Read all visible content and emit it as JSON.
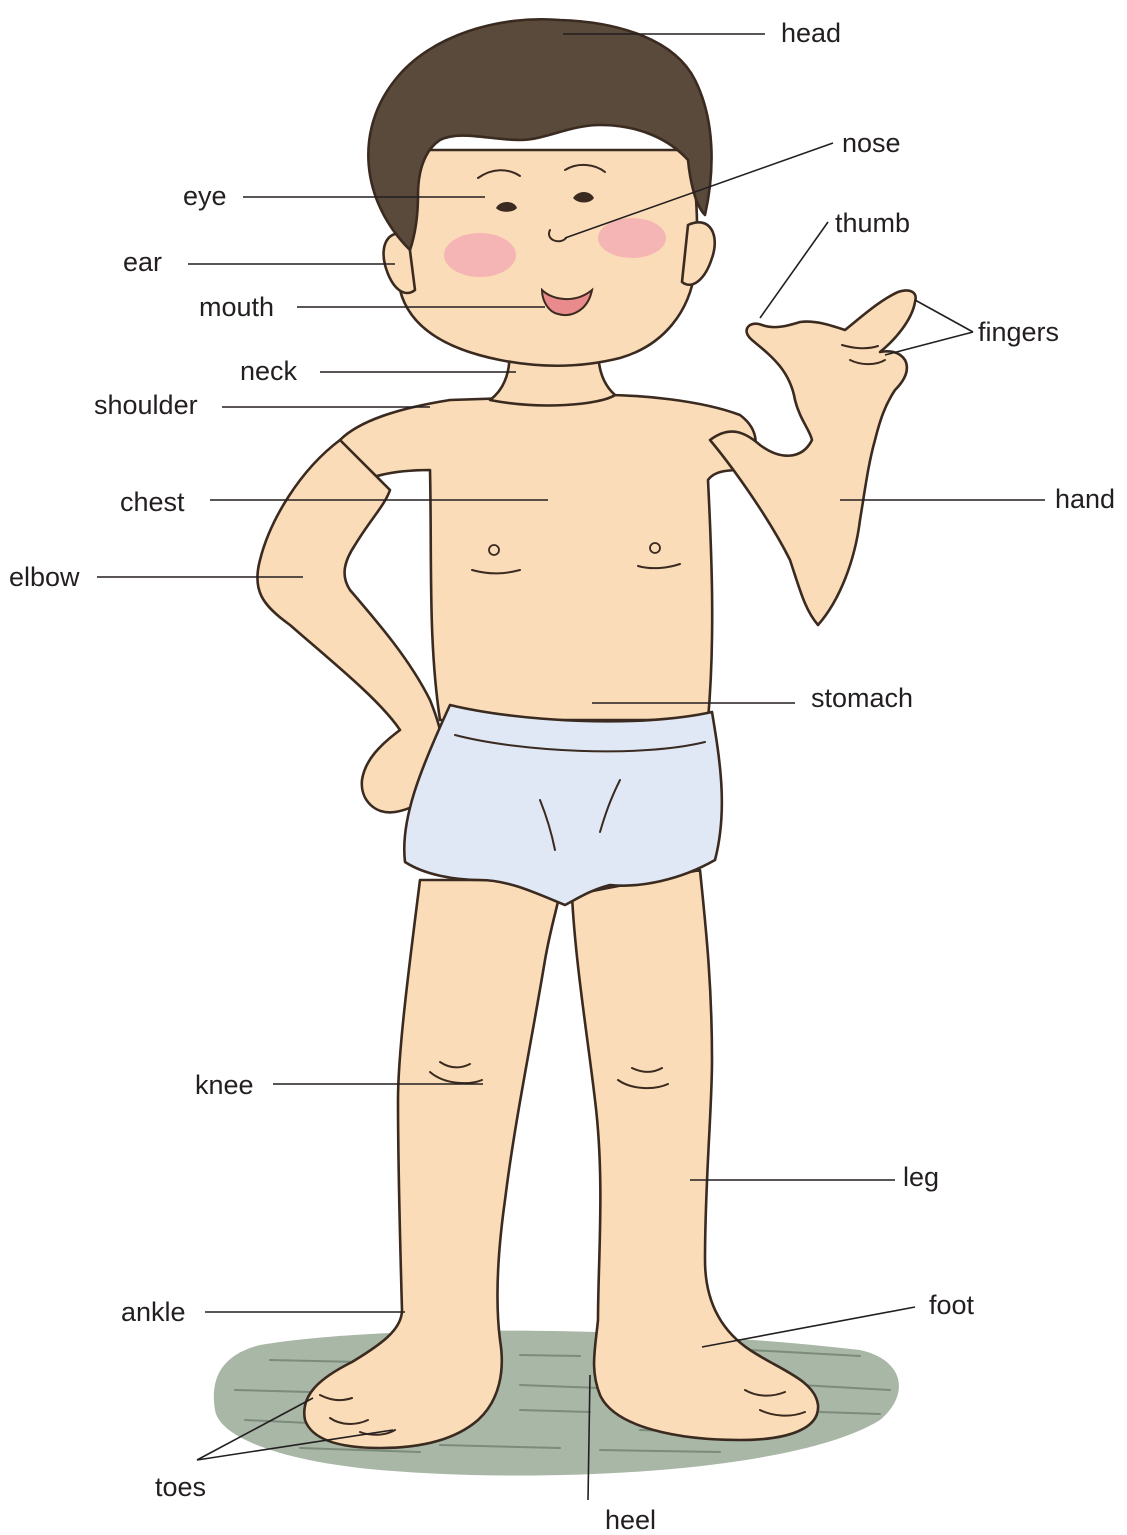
{
  "labels": {
    "head": "head",
    "nose": "nose",
    "eye": "eye",
    "thumb": "thumb",
    "ear": "ear",
    "mouth": "mouth",
    "fingers": "fingers",
    "neck": "neck",
    "shoulder": "shoulder",
    "chest": "chest",
    "hand": "hand",
    "elbow": "elbow",
    "stomach": "stomach",
    "knee": "knee",
    "leg": "leg",
    "ankle": "ankle",
    "foot": "foot",
    "toes": "toes",
    "heel": "heel"
  },
  "colors": {
    "skin": "#fbdcb8",
    "skin_shadow": "#f2c39a",
    "hair": "#5a4a3c",
    "underwear": "#dfe8f4",
    "cheek": "#f3a8b3",
    "floor": "#9fae9e",
    "text": "#231f20"
  }
}
